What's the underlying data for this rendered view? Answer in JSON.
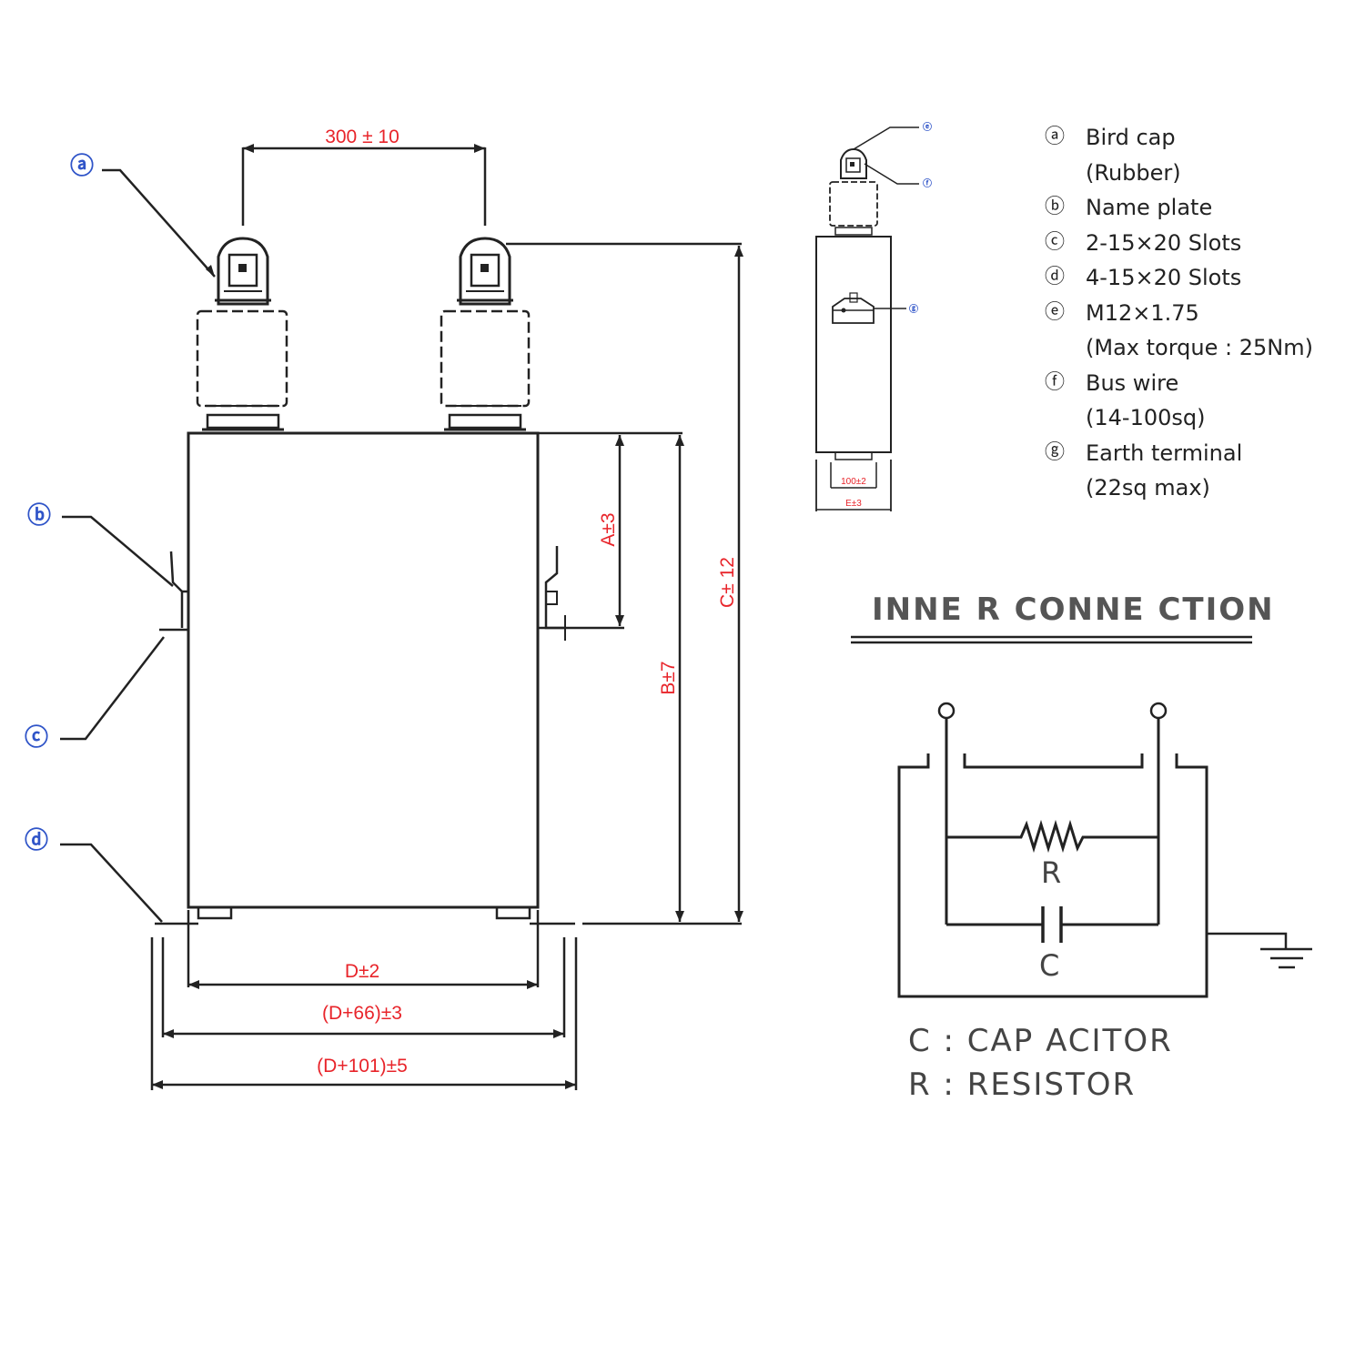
{
  "dimensions": {
    "bushing_spacing": "300 ± 10",
    "slot_height": "A±3",
    "case_height": "B±7",
    "overall_height": "C± 12",
    "case_depth": "D±2",
    "slot_span": "(D+66)±3",
    "bracket_span": "(D+101)±5",
    "side_bracket": "100±2",
    "side_width": "E±3"
  },
  "markers": {
    "a": "ⓐ",
    "b": "ⓑ",
    "c": "ⓒ",
    "d": "ⓓ",
    "e": "ⓔ",
    "f": "ⓕ",
    "g": "ⓖ"
  },
  "legend": [
    {
      "badge": "ⓐ",
      "line1": "Bird cap",
      "line2": "(Rubber)"
    },
    {
      "badge": "ⓑ",
      "line1": "Name plate",
      "line2": ""
    },
    {
      "badge": "ⓒ",
      "line1": "2-15×20 Slots",
      "line2": ""
    },
    {
      "badge": "ⓓ",
      "line1": "4-15×20 Slots",
      "line2": ""
    },
    {
      "badge": "ⓔ",
      "line1": "M12×1.75",
      "line2": "(Max torque : 25Nm)"
    },
    {
      "badge": "ⓕ",
      "line1": "Bus wire",
      "line2": "(14-100sq)"
    },
    {
      "badge": "ⓖ",
      "line1": "Earth terminal",
      "line2": "(22sq max)"
    }
  ],
  "inner_connection": {
    "title": "INNE R CONNE CTION",
    "resistor_label": "R",
    "capacitor_label": "C",
    "capacitor_def": "C : CAP ACITOR",
    "resistor_def": "R : RESISTOR"
  },
  "colors": {
    "line": "#222222",
    "dimension_text": "#e8242a",
    "marker": "#2f54c8"
  }
}
